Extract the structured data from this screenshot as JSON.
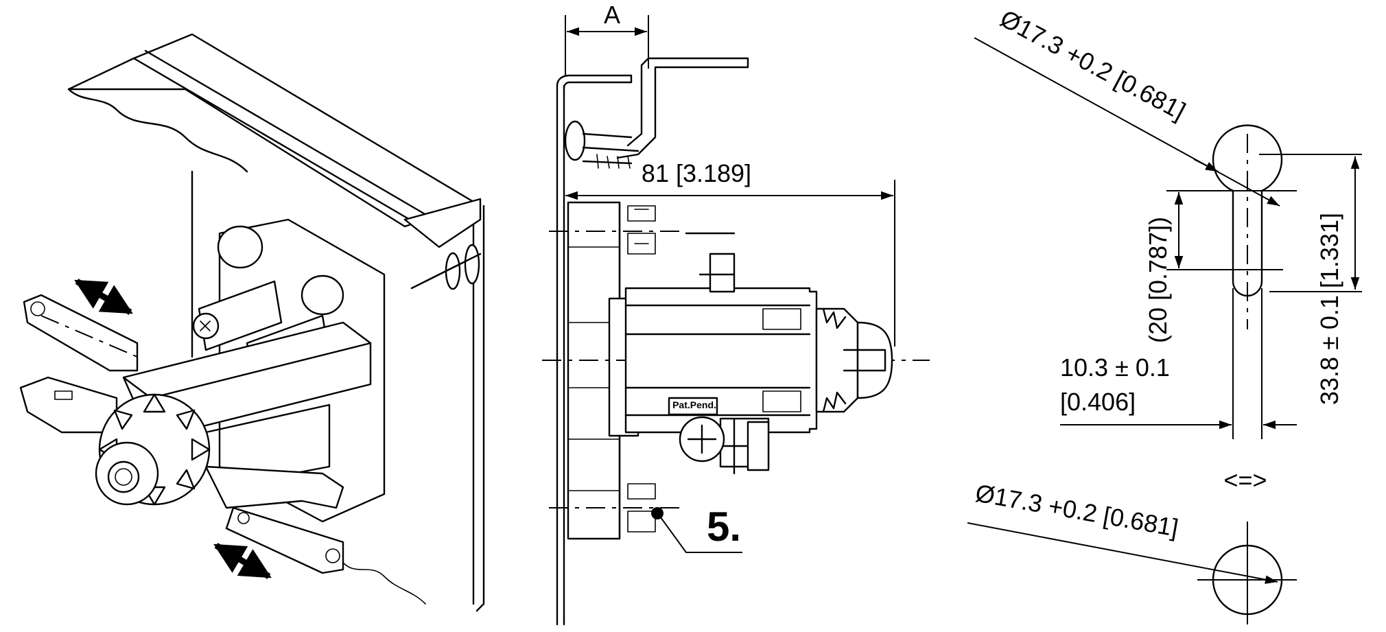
{
  "side_view": {
    "dim_a_label": "A",
    "length_label": "81 [3.189]",
    "patent_label": "Pat.Pend.",
    "callout_label": "5."
  },
  "cutouts": {
    "keyhole_diameter_label": "Ø17.3 +0.2 [0.681]",
    "keyhole_height_label": "33.8 ± 0.1 [1.331]",
    "keyhole_offset_label": "(20 [0.787])",
    "keyhole_width_label_1": "10.3 ± 0.1",
    "keyhole_width_label_2": "[0.406]",
    "alternative_label": "<=>",
    "round_diameter_label": "Ø17.3 +0.2 [0.681]"
  }
}
